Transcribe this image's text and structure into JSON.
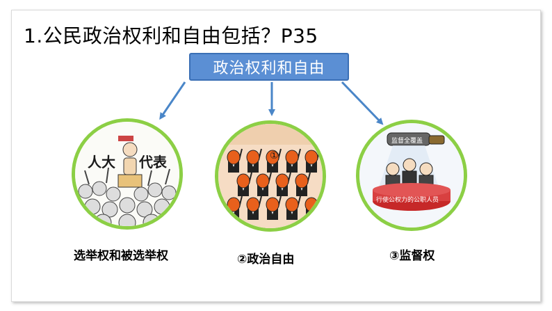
{
  "title": "1.公民政治权利和自由包括？P35",
  "center": {
    "label": "政治权利和自由"
  },
  "branches": [
    {
      "label": "选举权和被选举权",
      "art_text_left": "人大",
      "art_text_right": "代表"
    },
    {
      "label": "②政治自由",
      "art_badge": "①"
    },
    {
      "label": "③监督权",
      "art_banner": "行使公权力的公职人员",
      "art_scope": "监督全覆盖"
    }
  ],
  "colors": {
    "center_fill": "#5b8fd4",
    "arrow": "#4a86c8",
    "circle_border": "#8ccf45"
  }
}
